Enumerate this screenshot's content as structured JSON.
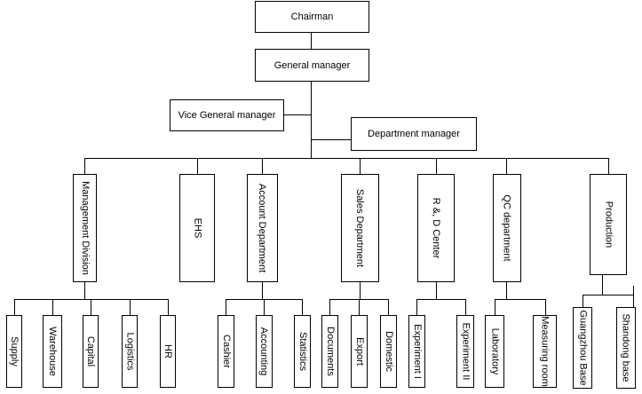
{
  "top": {
    "chairman": "Chairman",
    "general_manager": "General manager",
    "vice_general_manager": "Vice General manager",
    "department_manager": "Department  manager"
  },
  "departments": [
    "Management  Division",
    "EHS",
    "Account  Department",
    "Sales  Department",
    "R &, D Center",
    "QC department",
    "Production"
  ],
  "units": {
    "management": [
      "Supply",
      "Warehouse",
      "Capital",
      "Logistics",
      "HR"
    ],
    "account": [
      "Cashier",
      "Accounting",
      "Statistics"
    ],
    "sales": [
      "Documents",
      "Export",
      "Domestic"
    ],
    "rd": [
      "Experiment I",
      "Experiment II"
    ],
    "qc": [
      "Laboratory",
      "Measuring room"
    ],
    "production": [
      "Guangzhou Base",
      "Shandong base"
    ]
  }
}
